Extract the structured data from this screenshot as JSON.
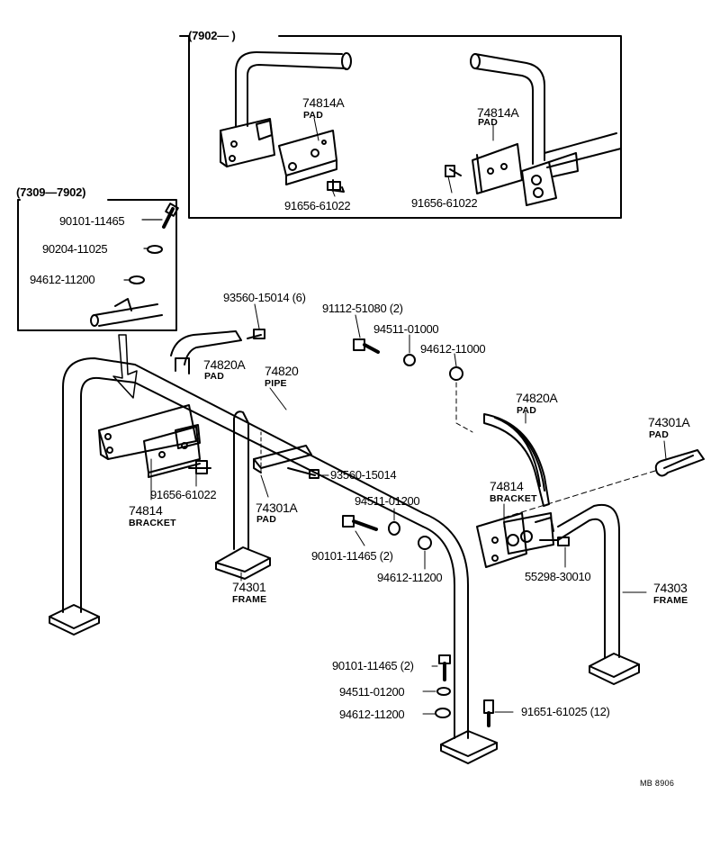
{
  "inset_top": {
    "range_label": "(7902—        )",
    "left": {
      "pad_num": "74814A",
      "pad_name": "PAD",
      "bolt_num": "91656-61022"
    },
    "right": {
      "pad_num": "74814A",
      "pad_name": "PAD",
      "bolt_num": "91656-61022"
    }
  },
  "inset_left": {
    "range_label": "(7309—7902)",
    "bolt": "90101-11465",
    "washer_lock": "90204-11025",
    "washer_plain": "94612-11200"
  },
  "callouts": {
    "p93560_6": "93560-15014 (6)",
    "p91112": "91112-51080 (2)",
    "p94511_01000": "94511-01000",
    "p94612_11000": "94612-11000",
    "pad_74820a_left_num": "74820A",
    "pad_74820a_left_name": "PAD",
    "pipe_num": "74820",
    "pipe_name": "PIPE",
    "pad_74820a_right_num": "74820A",
    "pad_74820a_right_name": "PAD",
    "pad_74301a_right_num": "74301A",
    "pad_74301a_right_name": "PAD",
    "p93560": "93560-15014",
    "p91656": "91656-61022",
    "bracket_left_num": "74814",
    "bracket_left_name": "BRACKET",
    "pad_74301a_mid_num": "74301A",
    "pad_74301a_mid_name": "PAD",
    "p94511_01200": "94511-01200",
    "bracket_right_num": "74814",
    "bracket_right_name": "BRACKET",
    "p90101_2": "90101-11465 (2)",
    "p94612_11200": "94612-11200",
    "p55298": "55298-30010",
    "frame_left_num": "74301",
    "frame_left_name": "FRAME",
    "frame_right_num": "74303",
    "frame_right_name": "FRAME",
    "b90101_2": "90101-11465 (2)",
    "b94511": "94511-01200",
    "b94612": "94612-11200",
    "b91651": "91651-61025 (12)",
    "diagram_code": "MB 8906"
  }
}
